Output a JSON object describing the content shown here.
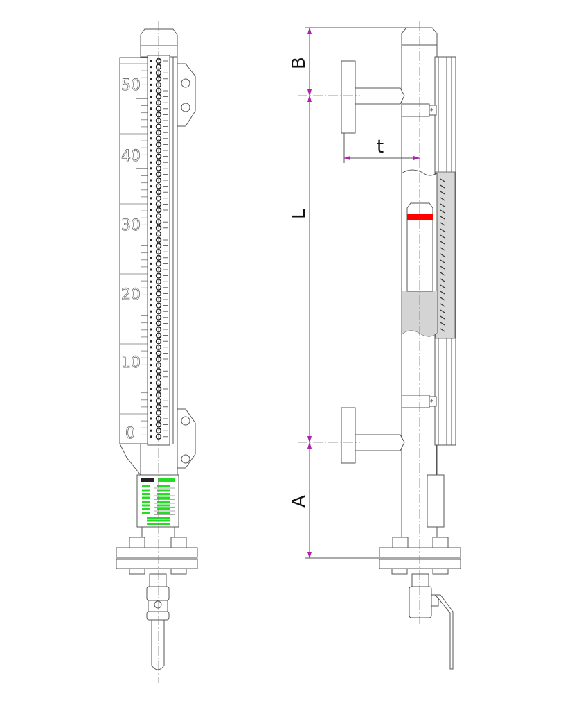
{
  "scale_labels": [
    "50",
    "40",
    "30",
    "20",
    "10",
    "0"
  ],
  "dimensions": {
    "top": "B",
    "length": "L",
    "offset": "t",
    "bottom": "A"
  },
  "colors": {
    "line": "#555555",
    "dimension_arrow": "#b020b0",
    "float_indicator": "#ff0000",
    "nameplate_text": "#22dd22",
    "liquid": "#d4d4d4"
  }
}
